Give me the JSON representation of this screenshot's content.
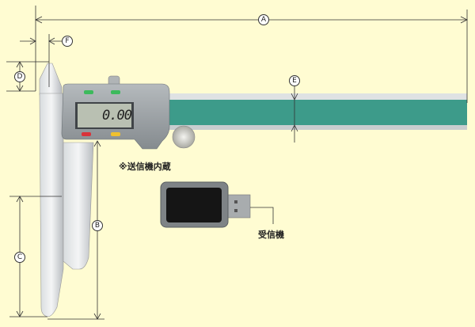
{
  "dimensions": {
    "a": "A",
    "b": "B",
    "c": "C",
    "d": "D",
    "e": "E",
    "f": "F"
  },
  "display_value": "0.00",
  "transmitter_note": "※送信機内蔵",
  "receiver_label": "受信機",
  "colors": {
    "background": "#fffcd2",
    "beam": "#3d9b8a",
    "body": "#9aa0a4",
    "line": "#333333"
  }
}
